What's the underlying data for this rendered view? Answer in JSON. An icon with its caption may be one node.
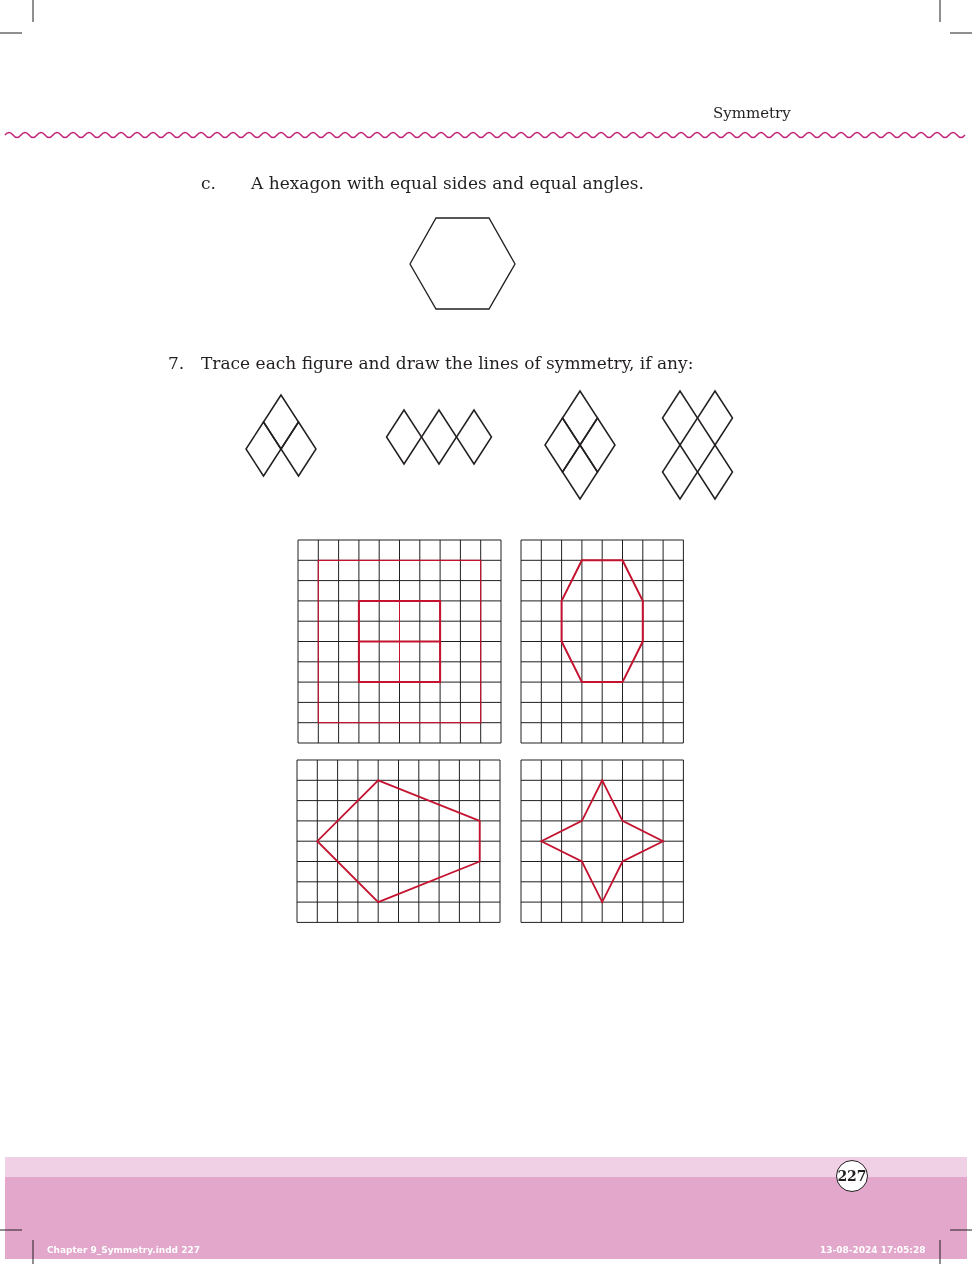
{
  "diagram": {
    "nodes": [
      {
        "text": [
          "227"
        ]
      }
    ],
    "labels": [
      "Symmetry",
      "c.",
      "A hexagon with equal sides and equal angles.",
      "7.",
      "Trace each figure and draw the lines of symmetry, if any:",
      "Chapter 9_Symmetry.indd 227",
      "13-08-2024 17:05:28"
    ]
  }
}
